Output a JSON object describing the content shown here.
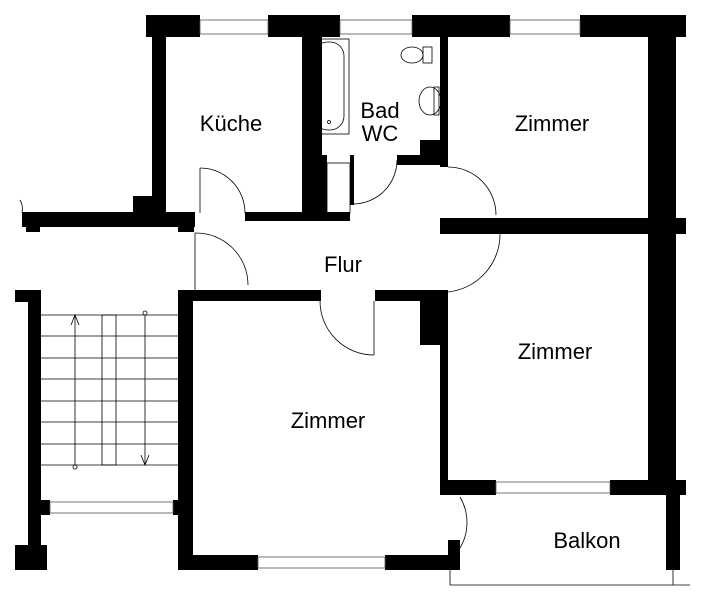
{
  "rooms": {
    "kitchen": "Küche",
    "bath": "Bad",
    "wc": "WC",
    "room_ne": "Zimmer",
    "hall": "Flur",
    "room_e": "Zimmer",
    "room_s": "Zimmer",
    "balcony": "Balkon"
  }
}
